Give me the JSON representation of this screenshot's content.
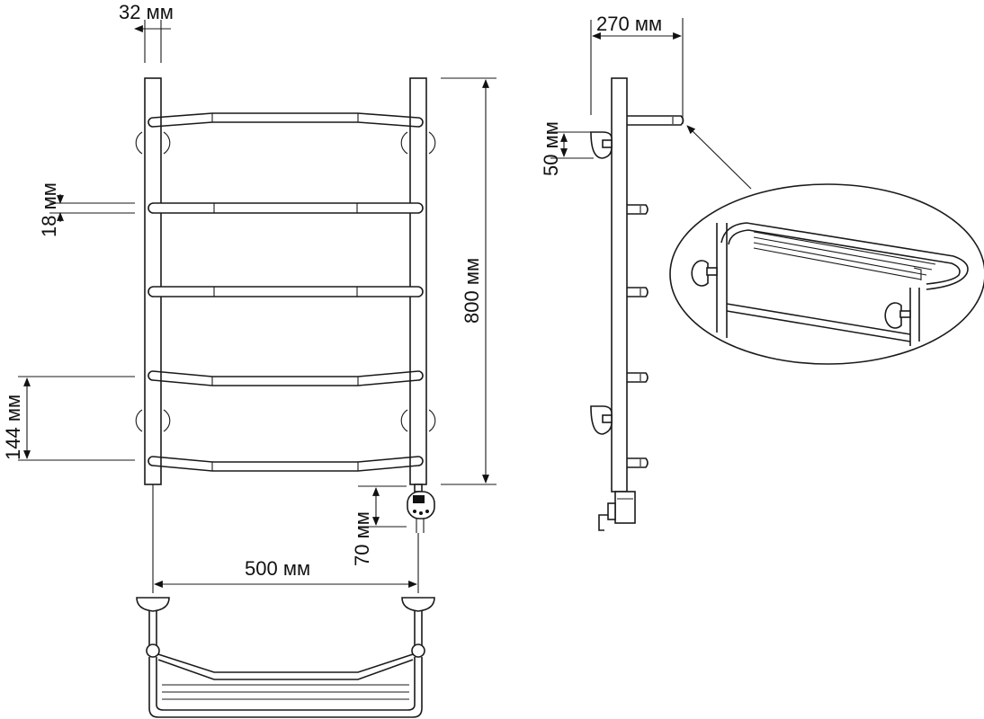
{
  "dimensions": {
    "tube_diameter": "32 мм",
    "crossbar_thickness": "18 мм",
    "crossbar_spacing": "144 мм",
    "height": "800 мм",
    "heater_offset": "70 мм",
    "width": "500 мм",
    "depth": "270 мм",
    "mount_offset": "50 мм"
  },
  "colors": {
    "line": "#1a1a1a",
    "background": "#ffffff"
  }
}
